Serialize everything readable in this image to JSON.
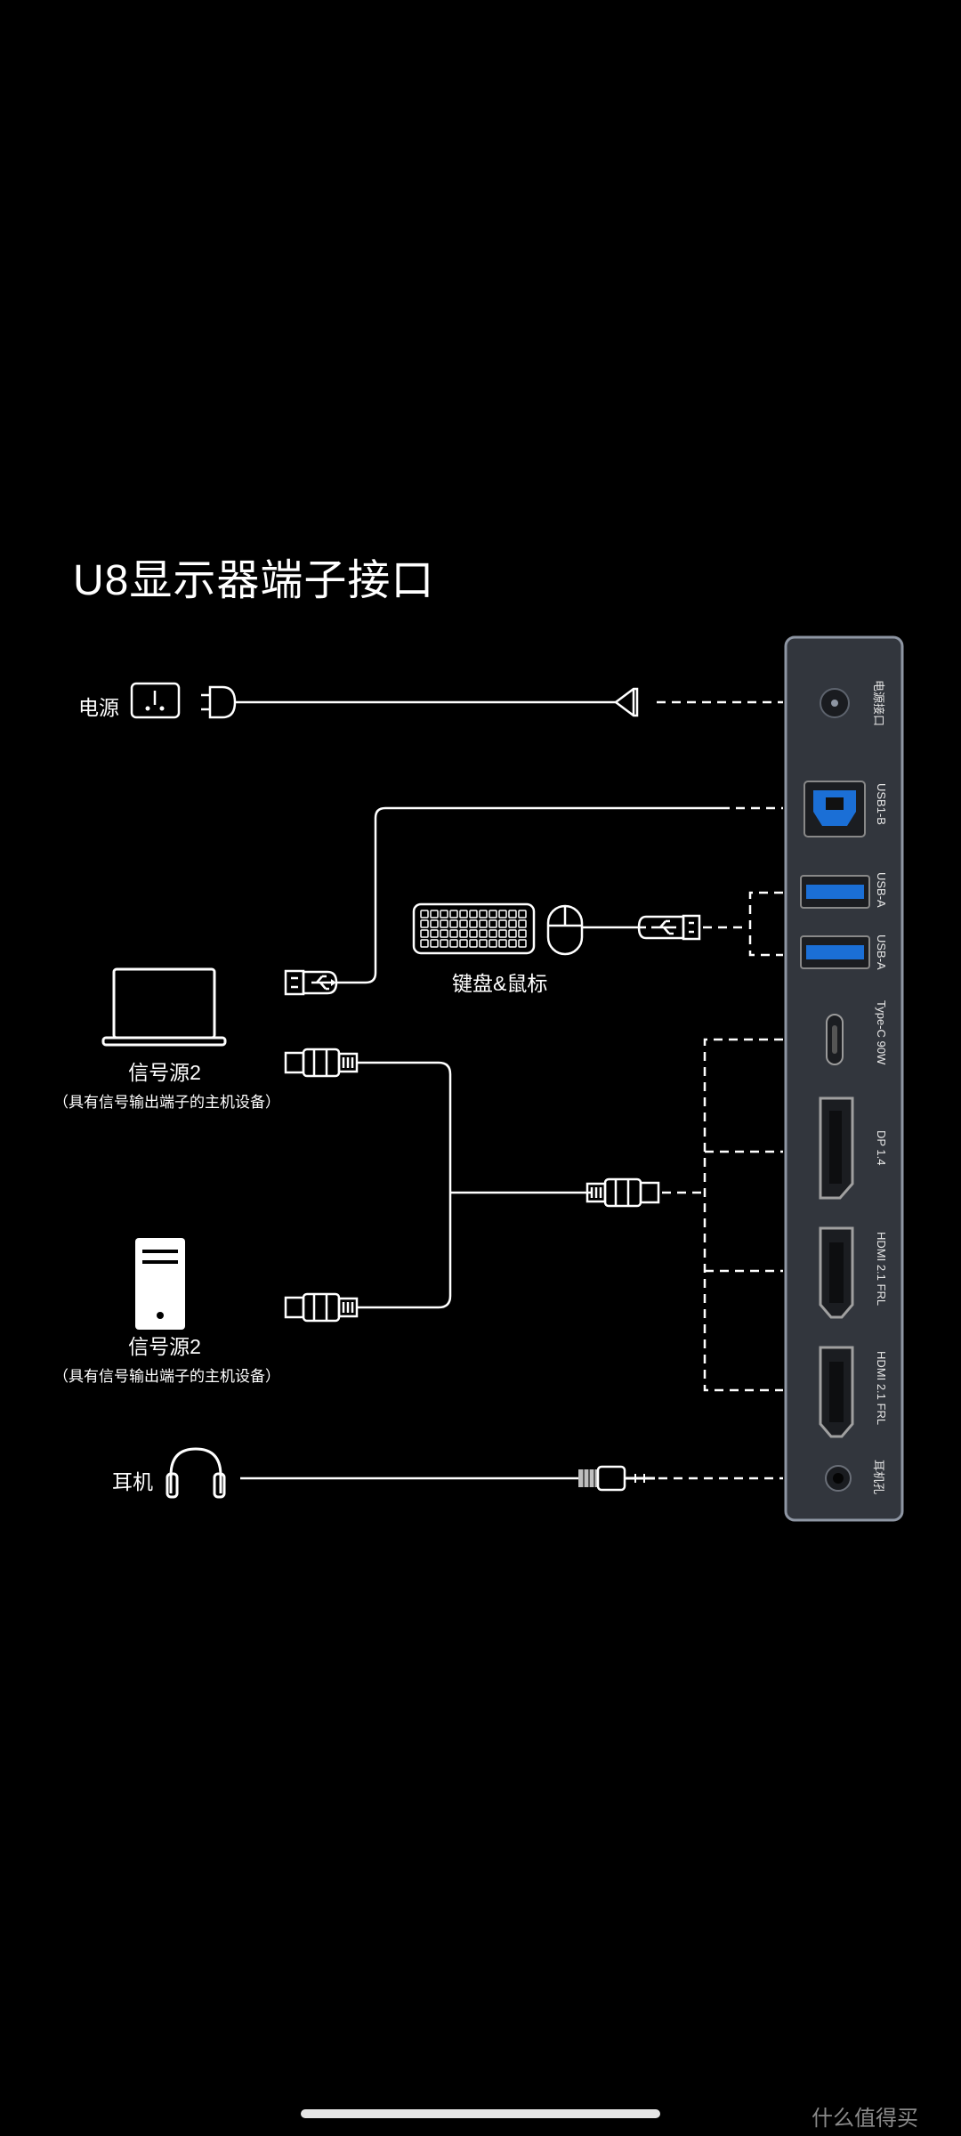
{
  "title": "U8显示器端子接口",
  "colors": {
    "background": "#000000",
    "panel": "#32363d",
    "panel_border": "#8e96a3",
    "usb_blue": "#1b6fd6",
    "line": "#ffffff"
  },
  "devices": {
    "power": {
      "label": "电源",
      "icon": "power-socket-icon"
    },
    "keyboard_mouse": {
      "label": "键盘&鼠标",
      "icon": "keyboard-mouse-icon"
    },
    "source_laptop": {
      "label": "信号源2",
      "sublabel": "（具有信号输出端子的主机设备）",
      "icon": "laptop-icon"
    },
    "source_desktop": {
      "label": "信号源2",
      "sublabel": "（具有信号输出端子的主机设备）",
      "icon": "desktop-tower-icon"
    },
    "headphone": {
      "label": "耳机",
      "icon": "headphone-icon"
    }
  },
  "ports": [
    {
      "label": "电源接口",
      "icon": "dc-power-port-icon"
    },
    {
      "label": "USB1-B",
      "icon": "usb-b-port-icon"
    },
    {
      "label": "USB-A",
      "icon": "usb-a-port-icon"
    },
    {
      "label": "USB-A",
      "icon": "usb-a-port-icon"
    },
    {
      "label": "Type-C 90W",
      "icon": "usb-c-port-icon"
    },
    {
      "label": "DP 1.4",
      "icon": "displayport-icon"
    },
    {
      "label": "HDMI 2.1 FRL",
      "icon": "hdmi-port-icon"
    },
    {
      "label": "HDMI 2.1 FRL",
      "icon": "hdmi-port-icon"
    },
    {
      "label": "耳机孔",
      "icon": "audio-jack-icon"
    }
  ],
  "watermark": "什么值得买"
}
